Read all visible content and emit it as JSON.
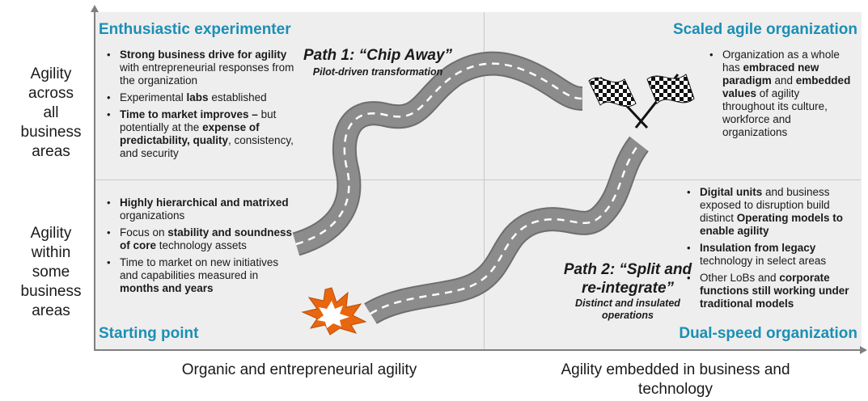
{
  "colors": {
    "quadrant_title": "#1b8fb5",
    "road": "#8c8c8c",
    "road_edge": "#6e6e6e",
    "dash": "#ffffff",
    "burst": "#e8660f",
    "background": "#eeeeee"
  },
  "y_axis": {
    "top_label": [
      "Agility",
      "across",
      "all",
      "business",
      "areas"
    ],
    "bottom_label": [
      "Agility",
      "within",
      "some",
      "business",
      "areas"
    ]
  },
  "x_axis": {
    "left_label": "Organic and entrepreneurial agility",
    "right_label": [
      "Agility embedded in business and",
      "technology"
    ]
  },
  "quadrants": {
    "top_left": {
      "title": "Enthusiastic experimenter",
      "bullets": [
        [
          {
            "t": "Strong business drive for agility",
            "b": true
          },
          {
            "t": " with entrepreneurial responses from the organization",
            "b": false
          }
        ],
        [
          {
            "t": "Experimental ",
            "b": false
          },
          {
            "t": "labs",
            "b": true
          },
          {
            "t": " established",
            "b": false
          }
        ],
        [
          {
            "t": "Time to market improves –",
            "b": true
          },
          {
            "t": " but potentially at the ",
            "b": false
          },
          {
            "t": "expense of predictability, quality",
            "b": true
          },
          {
            "t": ", consistency, and security",
            "b": false
          }
        ]
      ]
    },
    "top_right": {
      "title": "Scaled agile organization",
      "bullets": [
        [
          {
            "t": "Organization as a whole has ",
            "b": false
          },
          {
            "t": "embraced new paradigm",
            "b": true
          },
          {
            "t": " and ",
            "b": false
          },
          {
            "t": "embedded values",
            "b": true
          },
          {
            "t": " of agility throughout its culture, workforce and organizations",
            "b": false
          }
        ]
      ]
    },
    "bottom_left": {
      "title": "Starting point",
      "bullets": [
        [
          {
            "t": "Highly hierarchical and matrixed",
            "b": true
          },
          {
            "t": " organizations",
            "b": false
          }
        ],
        [
          {
            "t": "Focus on ",
            "b": false
          },
          {
            "t": "stability and soundness of core",
            "b": true
          },
          {
            "t": " technology assets",
            "b": false
          }
        ],
        [
          {
            "t": "Time to market on new initiatives and capabilities measured in ",
            "b": false
          },
          {
            "t": "months and years",
            "b": true
          }
        ]
      ]
    },
    "bottom_right": {
      "title": "Dual-speed organization",
      "bullets": [
        [
          {
            "t": "Digital units",
            "b": true
          },
          {
            "t": " and business exposed to disruption build distinct ",
            "b": false
          },
          {
            "t": "Operating models to enable agility",
            "b": true
          }
        ],
        [
          {
            "t": "Insulation from legacy",
            "b": true
          },
          {
            "t": " technology in select areas",
            "b": false
          }
        ],
        [
          {
            "t": "Other LoBs and ",
            "b": false
          },
          {
            "t": "corporate functions still working under traditional models",
            "b": true
          }
        ]
      ]
    }
  },
  "paths": {
    "path1": {
      "title": "Path 1: “Chip Away”",
      "subtitle": "Pilot-driven transformation"
    },
    "path2": {
      "title_line1": "Path 2: “Split and",
      "title_line2": "re-integrate”",
      "subtitle_line1": "Distinct and insulated",
      "subtitle_line2": "operations"
    }
  },
  "icons": [
    "checkered-flags-icon",
    "explosion-burst-icon"
  ]
}
